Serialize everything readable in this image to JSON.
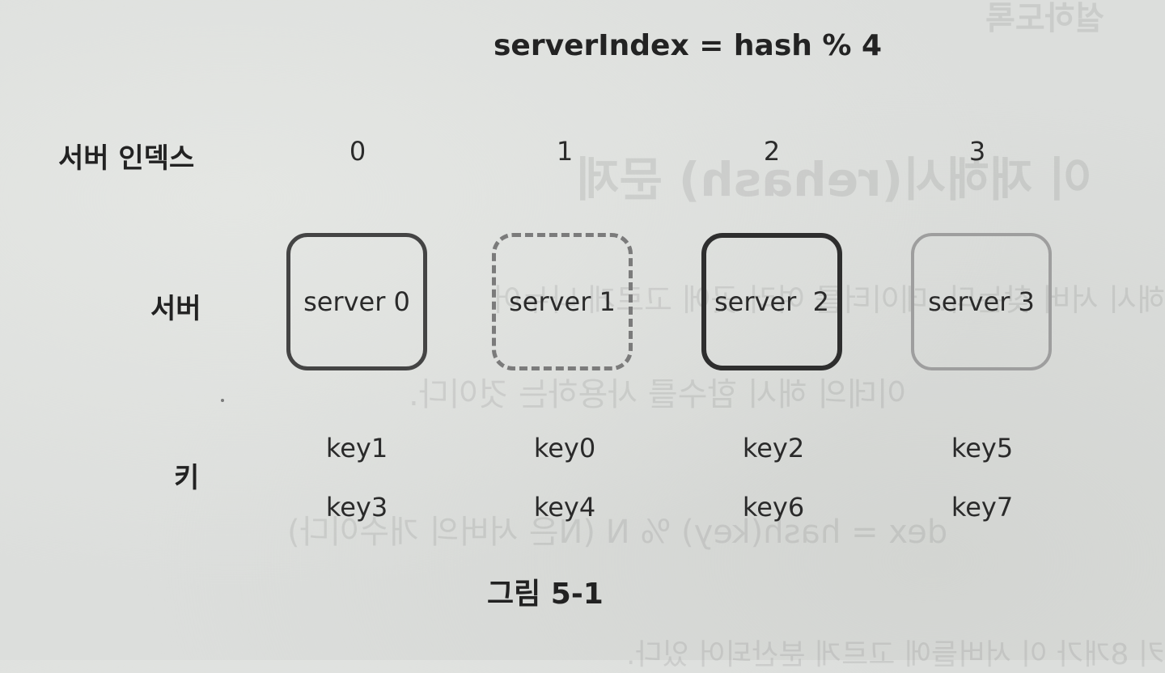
{
  "title": "serverIndex = hash % 4",
  "row_labels": {
    "server_index": "서버 인덱스",
    "server": "서버",
    "key": "키"
  },
  "columns": [
    {
      "index": "0",
      "server": "server 0",
      "keys": [
        "key1",
        "key3"
      ],
      "style": "solid"
    },
    {
      "index": "1",
      "server": "server 1",
      "keys": [
        "key0",
        "key4"
      ],
      "style": "dashed"
    },
    {
      "index": "2",
      "server": "server  2",
      "keys": [
        "key2",
        "key6"
      ],
      "style": "bold"
    },
    {
      "index": "3",
      "server": "server 3",
      "keys": [
        "key5",
        "key7"
      ],
      "style": "light"
    }
  ],
  "caption": "그림 5-1",
  "colors": {
    "paper": "#dcdedc",
    "ink": "#262626"
  }
}
